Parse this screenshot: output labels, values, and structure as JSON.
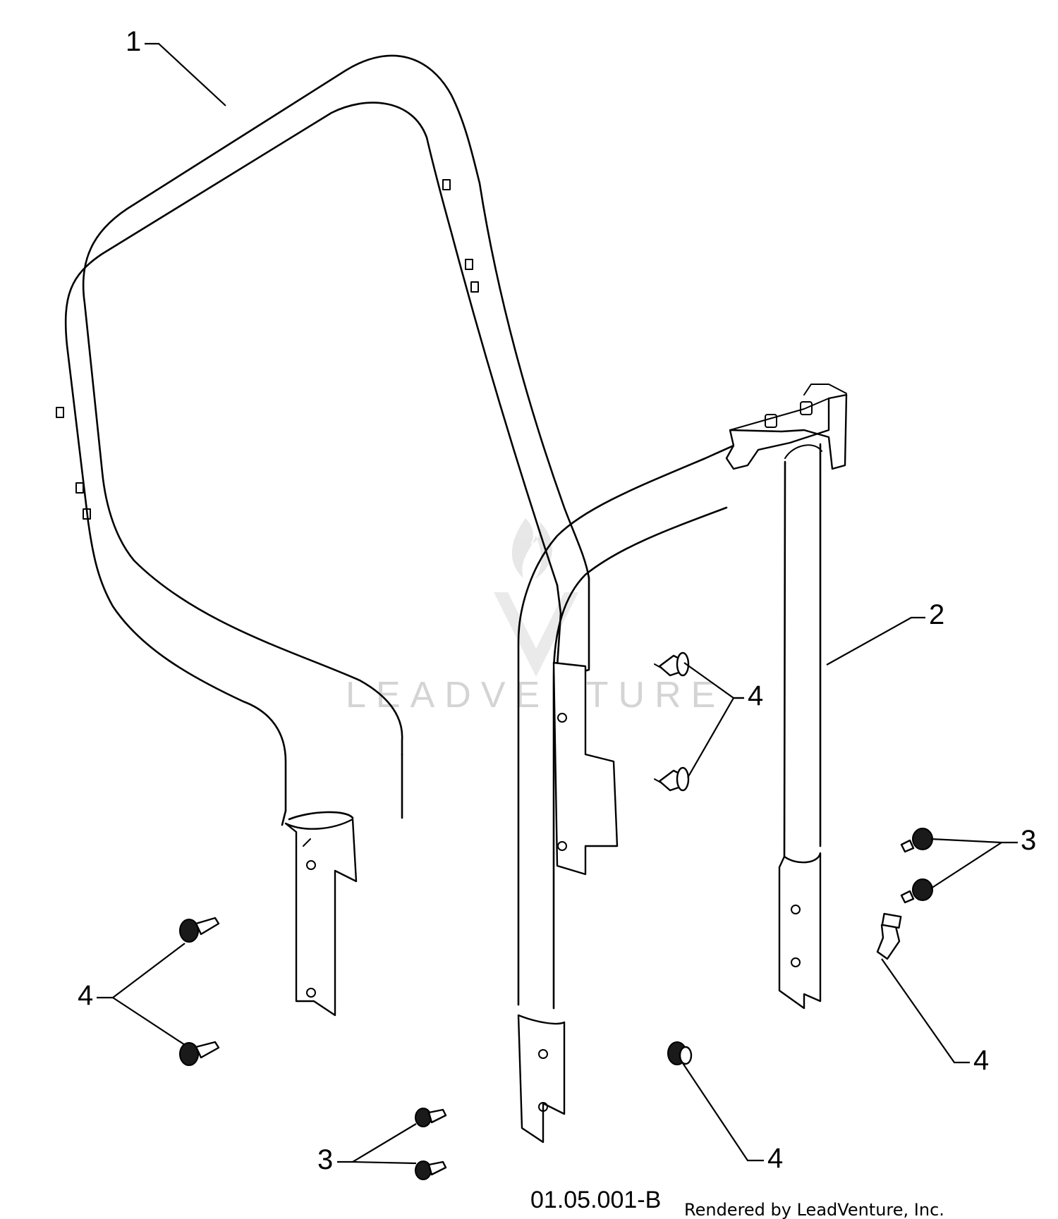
{
  "callouts": {
    "part_1": "1",
    "part_2": "2",
    "part_3_right": "3",
    "part_3_bottom": "3",
    "part_4_center": "4",
    "part_4_left": "4",
    "part_4_right": "4",
    "part_4_bottom": "4"
  },
  "figure_code": "01.05.001-B",
  "credit": "Rendered by LeadVenture, Inc.",
  "watermark": "LEADVENTURE",
  "colors": {
    "ink": "#000000",
    "watermark": "#d4d4d4",
    "background": "#ffffff"
  }
}
